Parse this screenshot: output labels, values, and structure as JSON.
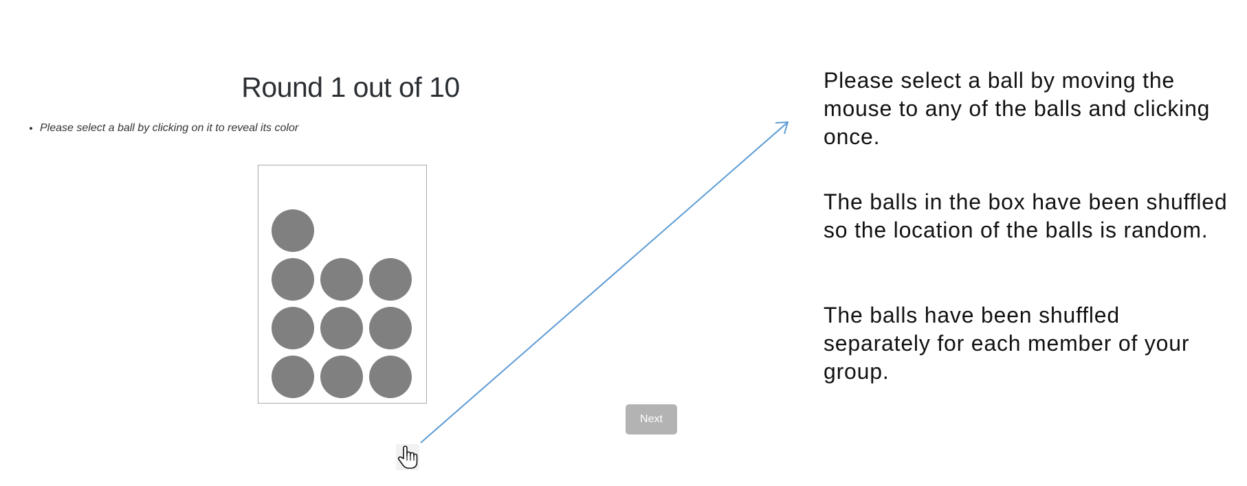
{
  "round": {
    "title": "Round 1 out of 10"
  },
  "instructions": [
    "Please select a ball by clicking on it to reveal its color"
  ],
  "ball_box": {
    "ball_count": 10,
    "ball_color": "#808080",
    "rows": [
      1,
      3,
      3,
      3
    ]
  },
  "next_button": {
    "label": "Next",
    "enabled": false
  },
  "annotation": {
    "arrow_color": "#5b9bd5",
    "cursor_icon": "hand-pointer-icon",
    "paragraphs": [
      "Please select a ball by moving the mouse to any of the balls and clicking once.",
      "The balls in the box have been shuffled so the location of the balls is random.",
      "The balls have been shuffled separately for each member of your group."
    ]
  }
}
